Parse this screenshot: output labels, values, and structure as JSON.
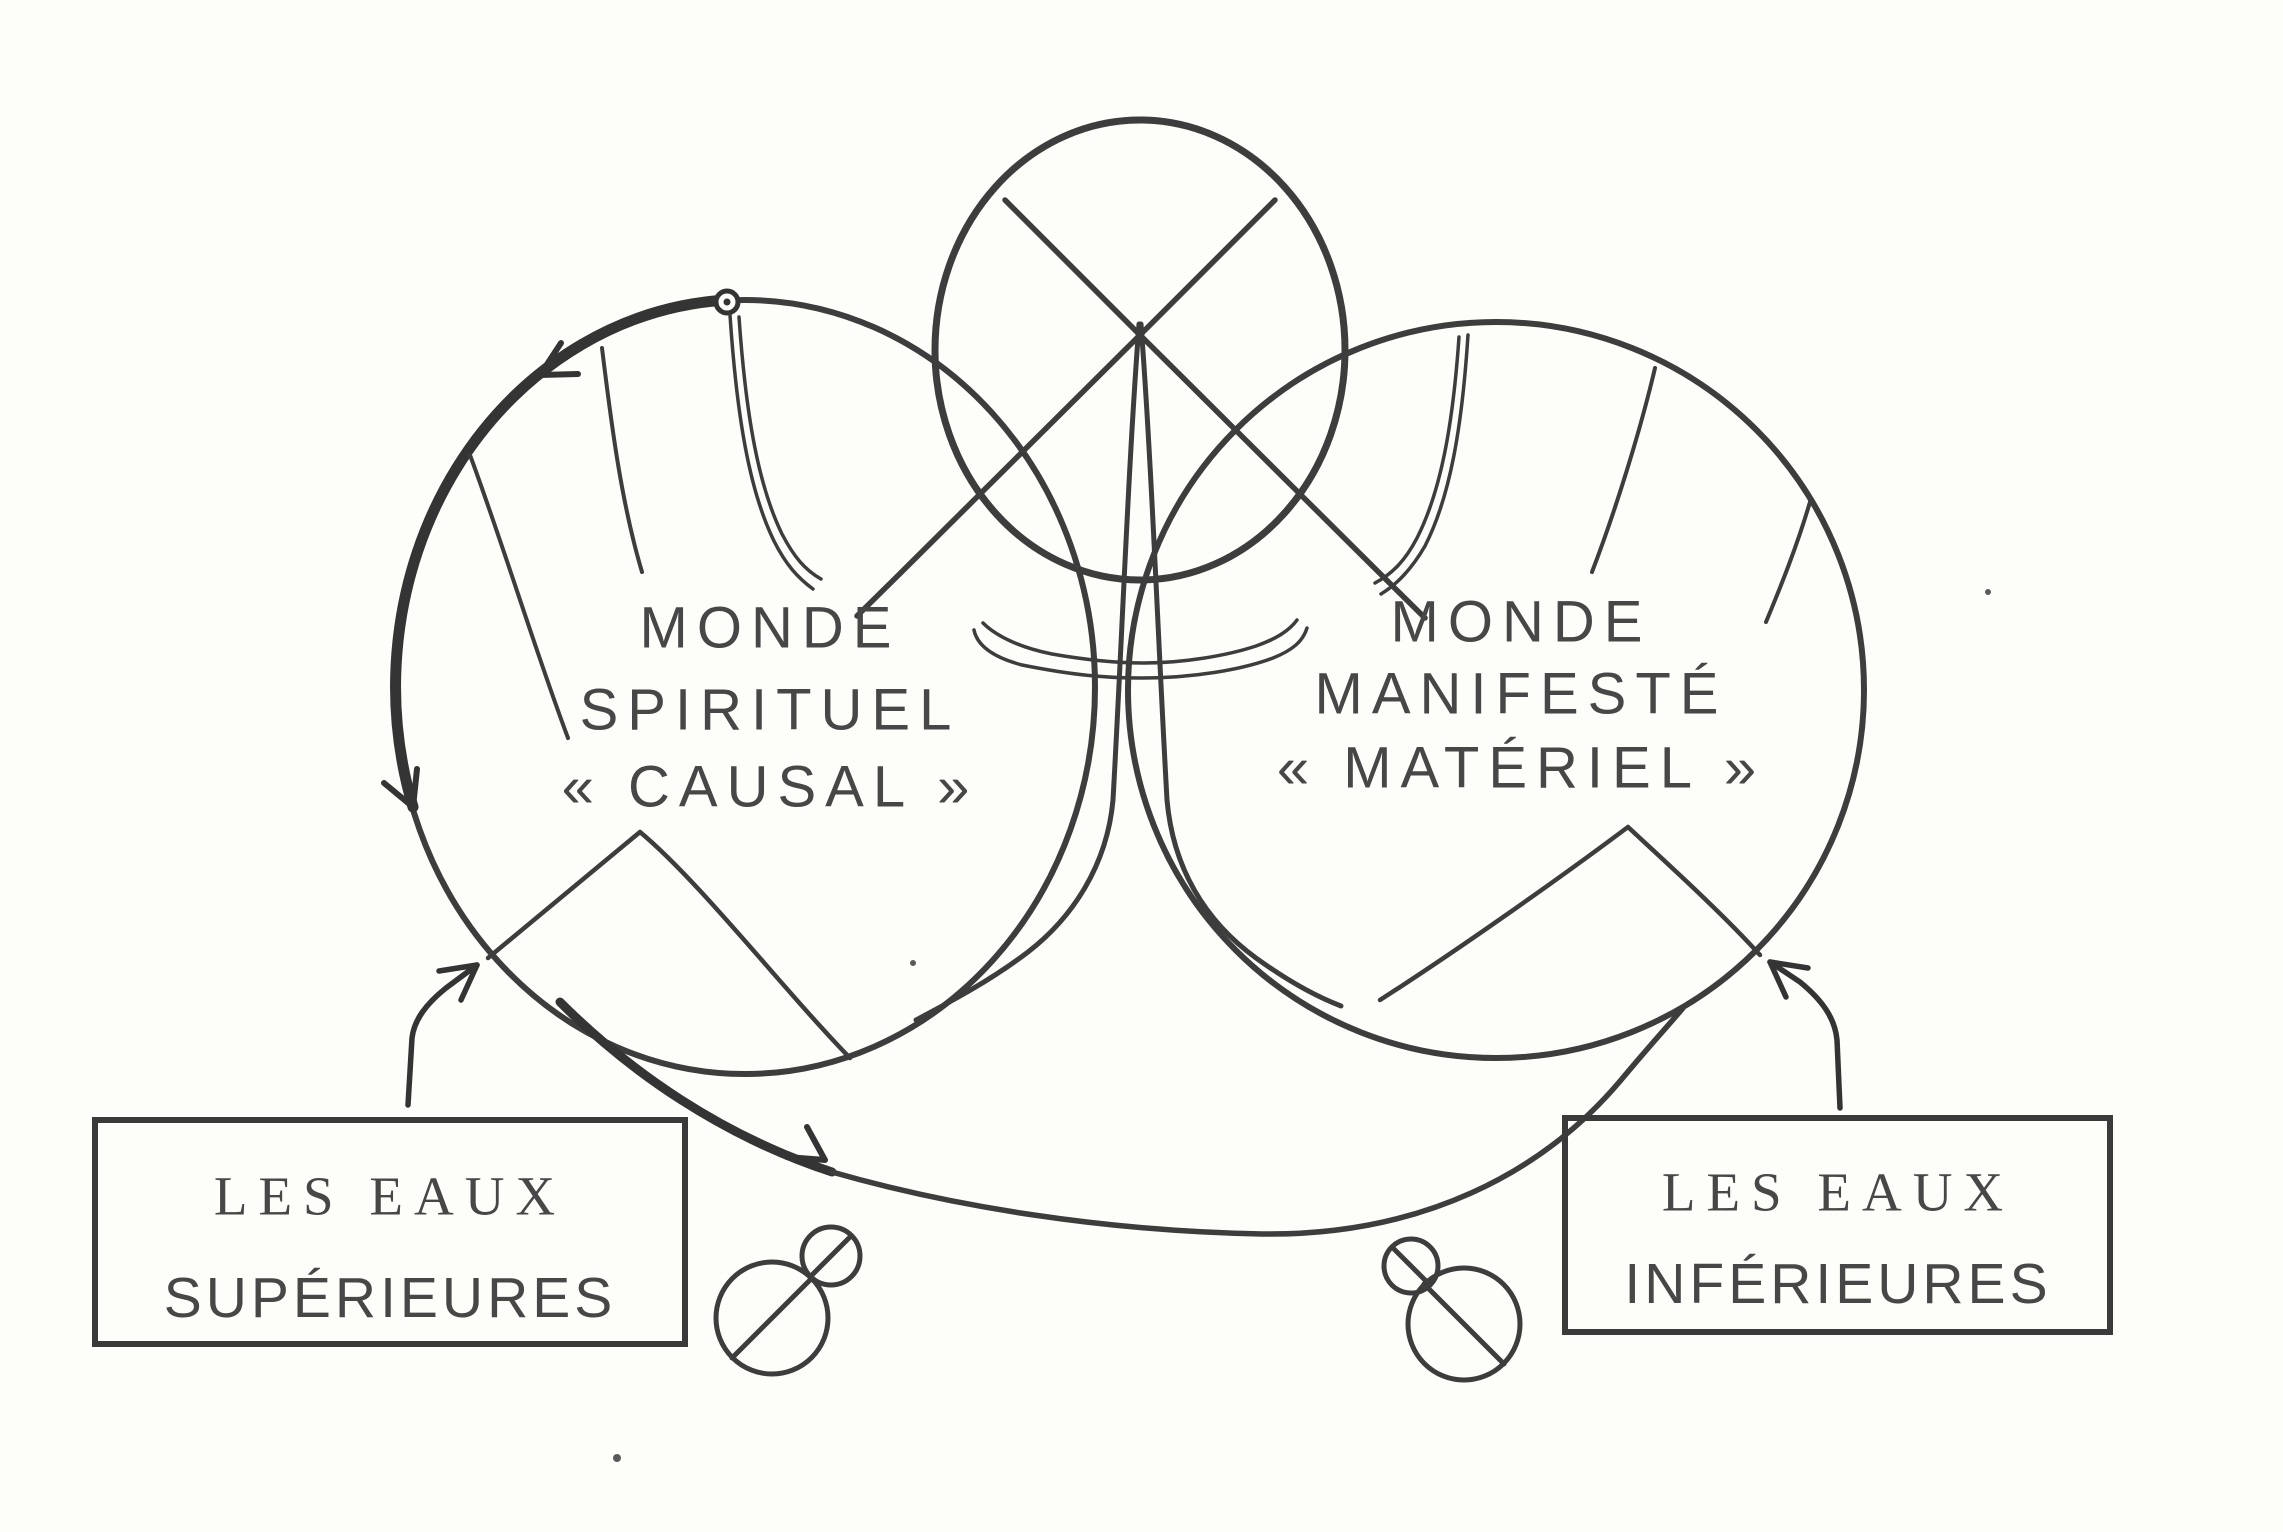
{
  "canvas": {
    "ink_color": "#3d3d3d",
    "paper_color": "#fdfdfa",
    "text_color": "#474747"
  },
  "top_circle": {
    "icon": "crossed-x-circle"
  },
  "left_world": {
    "lines": [
      "MONDE",
      "SPIRITUEL",
      "« CAUSAL »"
    ]
  },
  "right_world": {
    "lines": [
      "MONDE",
      "MANIFESTÉ",
      "« MATÉRIEL »"
    ]
  },
  "left_box": {
    "lines": [
      "LES EAUX",
      "SUPÉRIEURES"
    ]
  },
  "right_box": {
    "lines": [
      "LES EAUX",
      "INFÉRIEURES"
    ]
  },
  "symbols": {
    "left": "two-crossed-spheres-ascending",
    "right": "two-crossed-spheres-descending"
  }
}
